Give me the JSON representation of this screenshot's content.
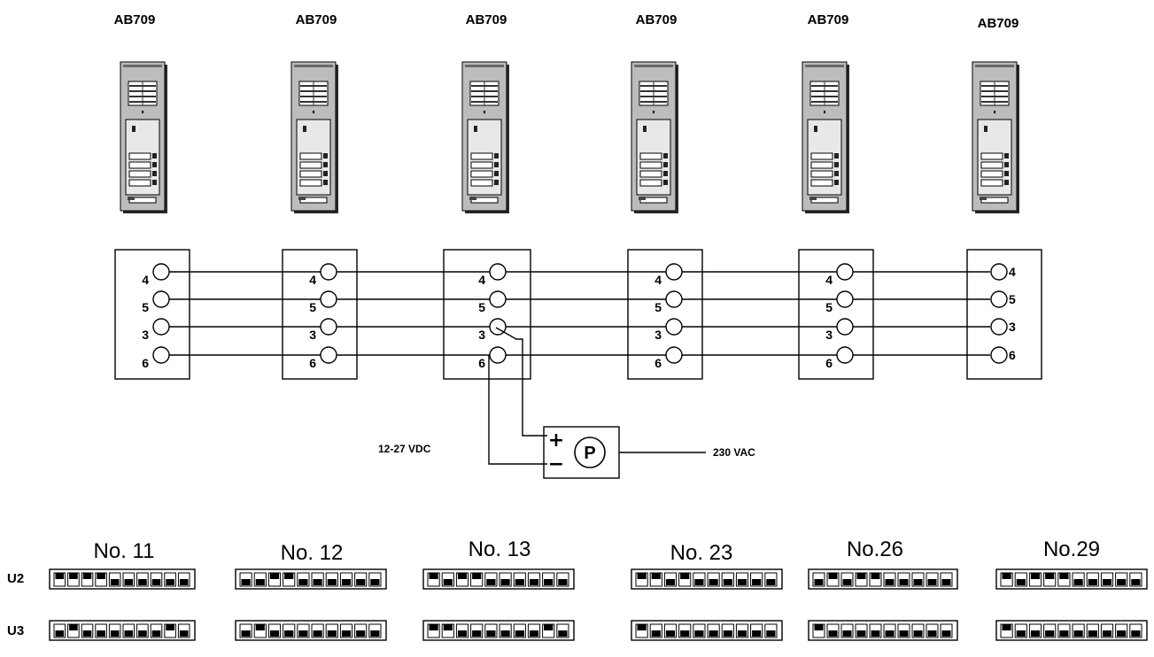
{
  "units": [
    {
      "model": "AB709",
      "setting": "No. 11",
      "term_side": "left",
      "u2": [
        1,
        1,
        1,
        1,
        0,
        0,
        0,
        0,
        0,
        0
      ],
      "u3": [
        0,
        1,
        0,
        0,
        0,
        0,
        0,
        0,
        1,
        0
      ]
    },
    {
      "model": "AB709",
      "setting": "No. 12",
      "term_side": "left",
      "u2": [
        0,
        0,
        1,
        1,
        0,
        0,
        0,
        0,
        0,
        0
      ],
      "u3": [
        0,
        1,
        0,
        0,
        0,
        0,
        0,
        0,
        0,
        0
      ]
    },
    {
      "model": "AB709",
      "setting": "No. 13",
      "term_side": "left",
      "u2": [
        1,
        0,
        1,
        1,
        0,
        0,
        0,
        0,
        0,
        0
      ],
      "u3": [
        1,
        1,
        0,
        0,
        0,
        0,
        0,
        0,
        1,
        0
      ]
    },
    {
      "model": "AB709",
      "setting": "No. 23",
      "term_side": "left",
      "u2": [
        1,
        1,
        0,
        1,
        0,
        0,
        0,
        0,
        0,
        0
      ],
      "u3": [
        1,
        0,
        0,
        0,
        0,
        0,
        0,
        0,
        0,
        0
      ]
    },
    {
      "model": "AB709",
      "setting": "No.26",
      "term_side": "left",
      "u2": [
        0,
        1,
        0,
        1,
        1,
        0,
        0,
        0,
        0,
        0
      ],
      "u3": [
        1,
        0,
        0,
        0,
        0,
        0,
        0,
        0,
        0,
        0
      ]
    },
    {
      "model": "AB709",
      "setting": "No.29",
      "term_side": "right",
      "u2": [
        1,
        0,
        1,
        1,
        1,
        0,
        0,
        0,
        0,
        0
      ],
      "u3": [
        1,
        0,
        0,
        0,
        0,
        0,
        0,
        0,
        0,
        0
      ]
    }
  ],
  "terminals": [
    "4",
    "5",
    "3",
    "6"
  ],
  "power_supply": {
    "symbol": "P",
    "plus": "+",
    "minus": "−",
    "dc_label": "12-27 VDC",
    "ac_label": "230 VAC"
  },
  "switch_rows": {
    "u2": "U2",
    "u3": "U3"
  },
  "colors": {
    "line": "#000000",
    "panel_body": "#bcbcbc",
    "panel_dark": "#2a2a2a",
    "panel_light": "#e8e8e8"
  }
}
